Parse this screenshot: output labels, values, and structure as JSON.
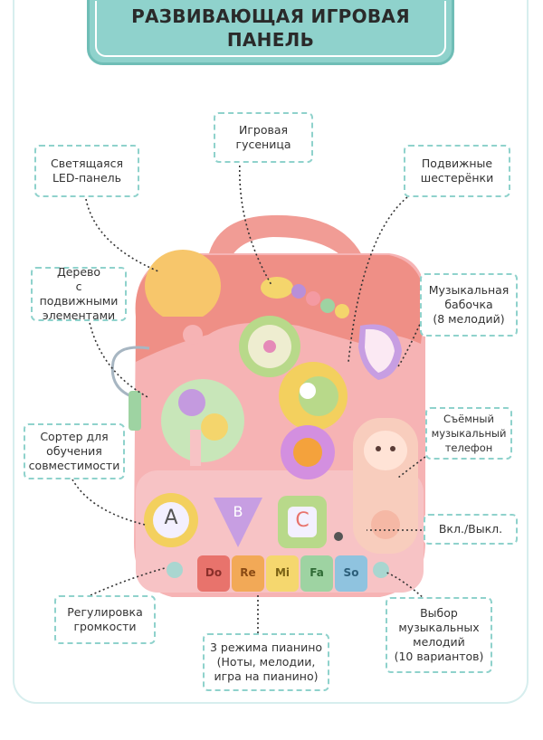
{
  "title": {
    "line1": "РАЗВИВАЮЩАЯ ИГРОВАЯ",
    "line2": "ПАНЕЛЬ"
  },
  "callouts": {
    "caterpillar": [
      "Игровая",
      "гусеница"
    ],
    "led_panel": [
      "Светящаяся",
      "LED-панель"
    ],
    "gears": [
      "Подвижные",
      "шестерёнки"
    ],
    "tree": [
      "Дерево",
      "с подвижными",
      "элементами"
    ],
    "butterfly": [
      "Музыкальная",
      "бабочка",
      "(8 мелодий)"
    ],
    "phone": [
      "Съёмный",
      "музыкальный",
      "телефон"
    ],
    "sorter": [
      "Сортер для",
      "обучения",
      "совместимости"
    ],
    "power": [
      "Вкл./Выкл."
    ],
    "volume": [
      "Регулировка",
      "громкости"
    ],
    "melody": [
      "Выбор",
      "музыкальных",
      "мелодий",
      "(10 вариантов)"
    ],
    "piano": [
      "3 режима пианино",
      "(Ноты, мелодии,",
      "игра на пианино)"
    ]
  },
  "piano_keys": [
    "Do",
    "Re",
    "Mi",
    "Fa",
    "So"
  ],
  "sorter_letters": [
    "A",
    "B",
    "C"
  ],
  "colors": {
    "accent_teal": "#8fd2cc",
    "toy_pink": "#f4a3a3",
    "toy_salmon": "#ef8f86",
    "key_red": "#e8736c",
    "key_orange": "#f2a957",
    "key_yellow": "#f5d76e",
    "key_green": "#9ed3a2",
    "key_blue": "#8fc3df"
  }
}
